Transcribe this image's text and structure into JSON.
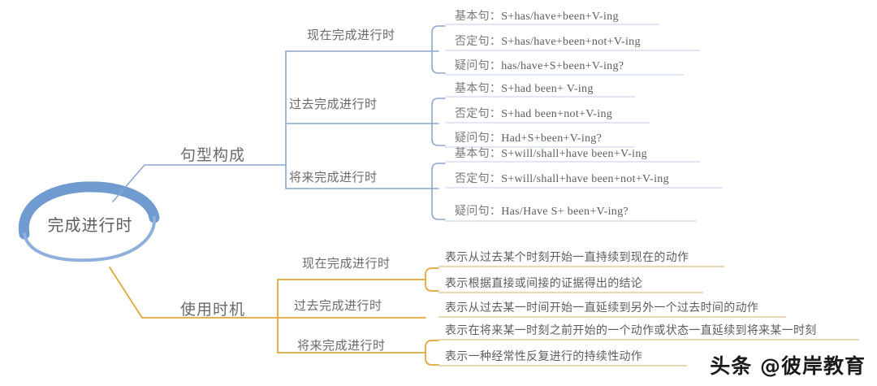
{
  "root": {
    "label": "完成进行时"
  },
  "watermark": "头条 @彼岸教育",
  "colors": {
    "blue": "#8CA6D0",
    "blue_stroke": "#5B8CC4",
    "orange": "#E0A838",
    "text": "#6b6b6b",
    "background": "#ffffff"
  },
  "branches": [
    {
      "label": "句型构成",
      "color": "#8CA6D0",
      "subs": [
        {
          "label": "现在完成进行时",
          "leaves": [
            {
              "key": "基本句：",
              "value": "S+has/have+been+V-ing"
            },
            {
              "key": "否定句：",
              "value": "S+has/have+been+not+V-ing"
            },
            {
              "key": "疑问句：",
              "value": "has/have+S+been+V-ing?"
            }
          ]
        },
        {
          "label": "过去完成进行时",
          "leaves": [
            {
              "key": "基本句：",
              "value": "S+had been+ V-ing"
            },
            {
              "key": "否定句：",
              "value": "S+had been+not+V-ing"
            },
            {
              "key": "疑问句：",
              "value": "Had+S+been+V-ing?"
            }
          ]
        },
        {
          "label": "将来完成进行时",
          "leaves": [
            {
              "key": "基本句：",
              "value": "S+will/shall+have been+V-ing"
            },
            {
              "key": "否定句：",
              "value": "S+will/shall+have been+not+V-ing"
            },
            {
              "key": "疑问句：",
              "value": "Has/Have S+ been+V-ing?"
            }
          ]
        }
      ]
    },
    {
      "label": "使用时机",
      "color": "#E0A838",
      "subs": [
        {
          "label": "现在完成进行时",
          "leaves": [
            {
              "key": "",
              "value": "表示从过去某个时刻开始一直持续到现在的动作"
            },
            {
              "key": "",
              "value": "表示根据直接或间接的证据得出的结论"
            }
          ]
        },
        {
          "label": "过去完成进行时",
          "leaves": [
            {
              "key": "",
              "value": "表示从过去某一时间开始一直延续到另外一个过去时间的动作"
            }
          ]
        },
        {
          "label": "将来完成进行时",
          "leaves": [
            {
              "key": "",
              "value": "表示在将来某一时刻之前开始的一个动作或状态一直延续到将来某一时刻"
            },
            {
              "key": "",
              "value": "表示一种经常性反复进行的持续性动作"
            }
          ]
        }
      ]
    }
  ]
}
